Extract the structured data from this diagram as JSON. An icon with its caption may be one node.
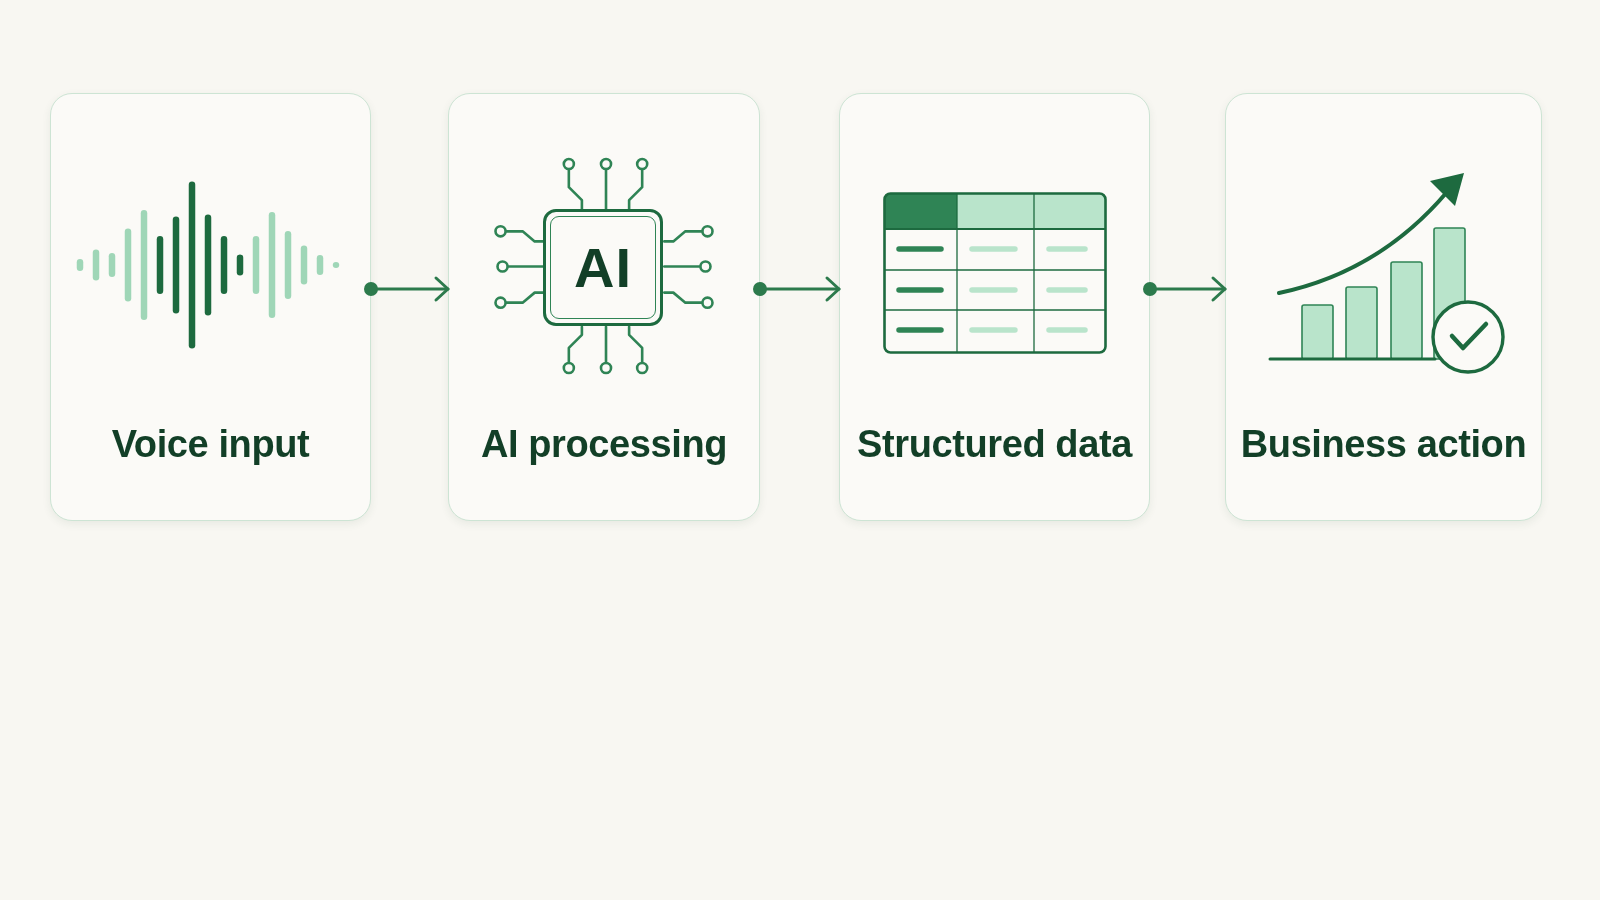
{
  "diagram": {
    "nodes": [
      {
        "text": [
          "Voice input"
        ]
      },
      {
        "text": [
          "AI processing"
        ]
      },
      {
        "text": [
          "AI"
        ],
        "in": 1
      },
      {
        "text": [
          "Structured data"
        ]
      },
      {
        "text": [
          "Business action"
        ]
      }
    ],
    "edges": [
      {
        "from": 0,
        "to": 1,
        "arrow": "to"
      },
      {
        "from": 1,
        "to": 3,
        "arrow": "to"
      },
      {
        "from": 3,
        "to": 4,
        "arrow": "to"
      }
    ]
  }
}
